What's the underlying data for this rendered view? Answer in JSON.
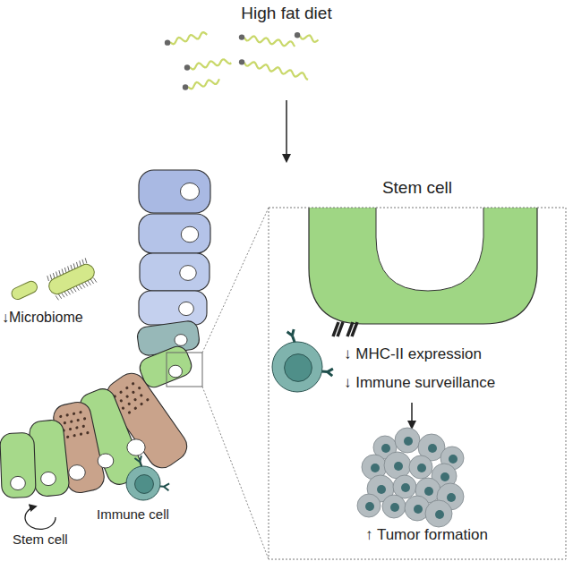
{
  "diagram": {
    "title": "High fat diet",
    "nodes": [
      {
        "text": [
          "Stem cell",
          "↓ MHC-II expression",
          "↓ Immune surveillance",
          "↑ Tumor formation"
        ]
      }
    ],
    "labels": [
      "↓Microbiome",
      "Stem cell",
      "Immune cell"
    ]
  }
}
